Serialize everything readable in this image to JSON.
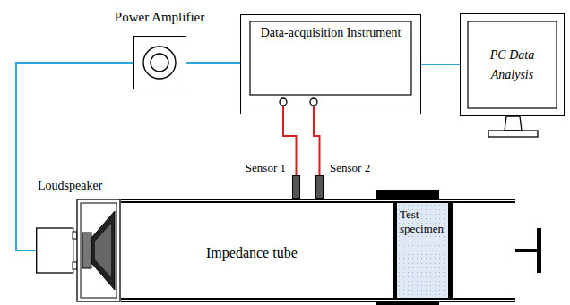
{
  "diagram": {
    "nodes": [
      {
        "text": [
          "Power Amplifier"
        ]
      },
      {
        "text": [
          "Data-acquisition Instrument"
        ]
      },
      {
        "text": [
          "PC Data Analysis"
        ]
      },
      {
        "text": [
          "Loudspeaker"
        ]
      },
      {
        "text": [
          "Sensor 1"
        ]
      },
      {
        "text": [
          "Sensor 2"
        ]
      },
      {
        "text": [
          "Impedance tube"
        ]
      },
      {
        "text": [
          "Test specimen"
        ],
        "in": 6
      }
    ],
    "edges": [
      {
        "from": 0,
        "to": 1,
        "arrow": "none"
      },
      {
        "from": 1,
        "to": 2,
        "arrow": "none"
      },
      {
        "from": 0,
        "to": 3,
        "arrow": "none"
      },
      {
        "from": 4,
        "to": 1,
        "arrow": "none"
      },
      {
        "from": 5,
        "to": 1,
        "arrow": "none"
      }
    ]
  }
}
